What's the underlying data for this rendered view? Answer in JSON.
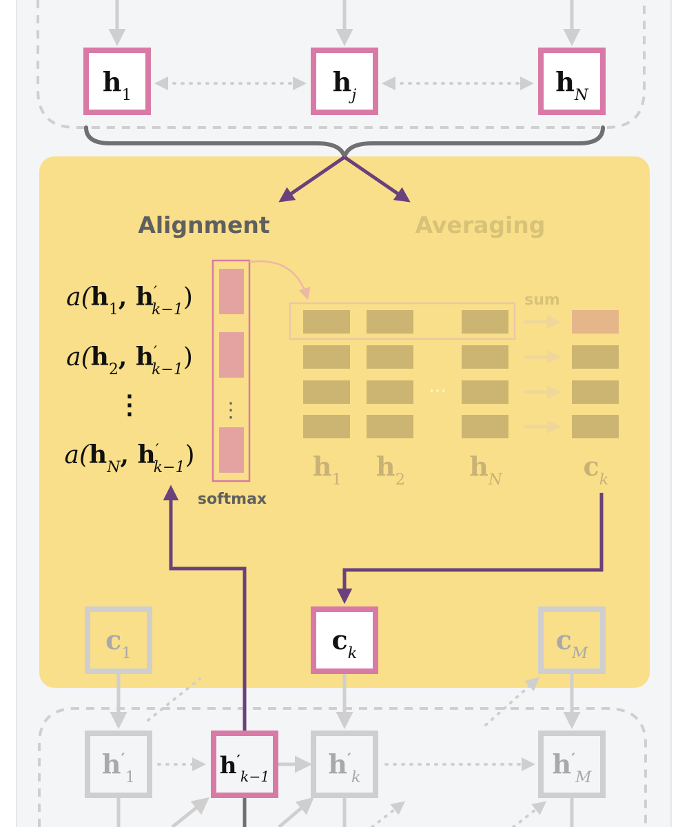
{
  "colors": {
    "panel_bg": "#f4f5f7",
    "panel_border": "#e6e7ea",
    "attention_bg": "#f9df89",
    "pink": "#d97aa6",
    "purple": "#6a407d",
    "gray_line": "#cfcfcf",
    "dark_gray": "#5f5f5f",
    "faded_text": "#c8b275",
    "score_fill": "#e4a3a1",
    "avg_cell": "#ccb472",
    "avg_sum_cell": "#e5b68a",
    "avg_arrow": "#efd79b"
  },
  "encoder": {
    "nodes": [
      {
        "base": "h",
        "sub": "1",
        "sub_italic": false
      },
      {
        "base": "h",
        "sub": "j",
        "sub_italic": true
      },
      {
        "base": "h",
        "sub": "N",
        "sub_italic": true
      }
    ]
  },
  "attention": {
    "alignment_title": "Alignment",
    "averaging_title": "Averaging",
    "softmax_label": "softmax",
    "sum_label": "sum",
    "vdots": "⋮",
    "hdots": "⋯",
    "scores": [
      {
        "prefix": "a(",
        "h": "h",
        "h_sub": "1",
        "h_sub_italic": false,
        "sep": ", ",
        "hp": "h",
        "prime": "′",
        "hp_sub": "k−1",
        "suffix": ")"
      },
      {
        "prefix": "a(",
        "h": "h",
        "h_sub": "2",
        "h_sub_italic": false,
        "sep": ", ",
        "hp": "h",
        "prime": "′",
        "hp_sub": "k−1",
        "suffix": ")"
      },
      {
        "prefix": "a(",
        "h": "h",
        "h_sub": "N",
        "h_sub_italic": true,
        "sep": ", ",
        "hp": "h",
        "prime": "′",
        "hp_sub": "k−1",
        "suffix": ")"
      }
    ],
    "matrix_labels": [
      {
        "base": "h",
        "sub": "1",
        "sub_italic": false
      },
      {
        "base": "h",
        "sub": "2",
        "sub_italic": false
      },
      {
        "base": "h",
        "sub": "N",
        "sub_italic": true
      },
      {
        "base": "c",
        "sub": "k",
        "sub_italic": true
      }
    ]
  },
  "context_nodes": [
    {
      "base": "c",
      "sub": "1",
      "sub_italic": false,
      "active": false
    },
    {
      "base": "c",
      "sub": "k",
      "sub_italic": true,
      "active": true
    },
    {
      "base": "c",
      "sub": "M",
      "sub_italic": true,
      "active": false
    }
  ],
  "decoder": {
    "nodes": [
      {
        "base": "h",
        "prime": "′",
        "sub": "1",
        "sub_italic": false,
        "active": false
      },
      {
        "base": "h",
        "prime": "′",
        "sub": "k−1",
        "sub_italic": true,
        "active": true
      },
      {
        "base": "h",
        "prime": "′",
        "sub": "k",
        "sub_italic": true,
        "active": false
      },
      {
        "base": "h",
        "prime": "′",
        "sub": "M",
        "sub_italic": true,
        "active": false
      }
    ]
  }
}
